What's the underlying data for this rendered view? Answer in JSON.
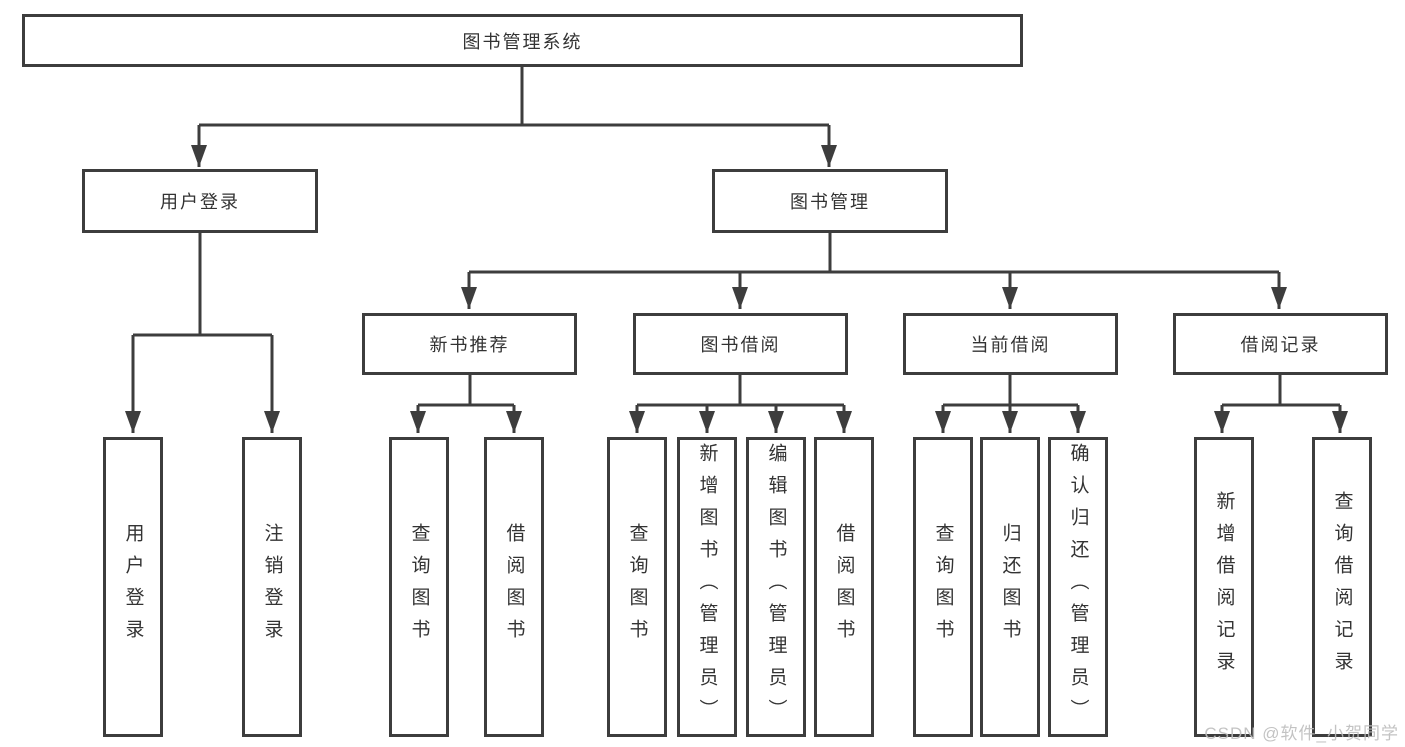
{
  "tree": {
    "root": "图书管理系统",
    "user": {
      "label": "用户登录",
      "children": [
        "用户登录",
        "注销登录"
      ]
    },
    "book": {
      "label": "图书管理",
      "modules": [
        {
          "label": "新书推荐",
          "children": [
            "查询图书",
            "借阅图书"
          ]
        },
        {
          "label": "图书借阅",
          "children": [
            "查询图书",
            "新增图书（管理员）",
            "编辑图书（管理员）",
            "借阅图书"
          ]
        },
        {
          "label": "当前借阅",
          "children": [
            "查询图书",
            "归还图书",
            "确认归还（管理员）"
          ]
        },
        {
          "label": "借阅记录",
          "children": [
            "新增借阅记录",
            "查询借阅记录"
          ]
        }
      ]
    }
  },
  "watermark": "CSDN @软件_小贺同学",
  "colors": {
    "line": "#3d3d3d",
    "text": "#333333",
    "box_background": "#ffffff",
    "watermark": "#bdbdbd"
  }
}
